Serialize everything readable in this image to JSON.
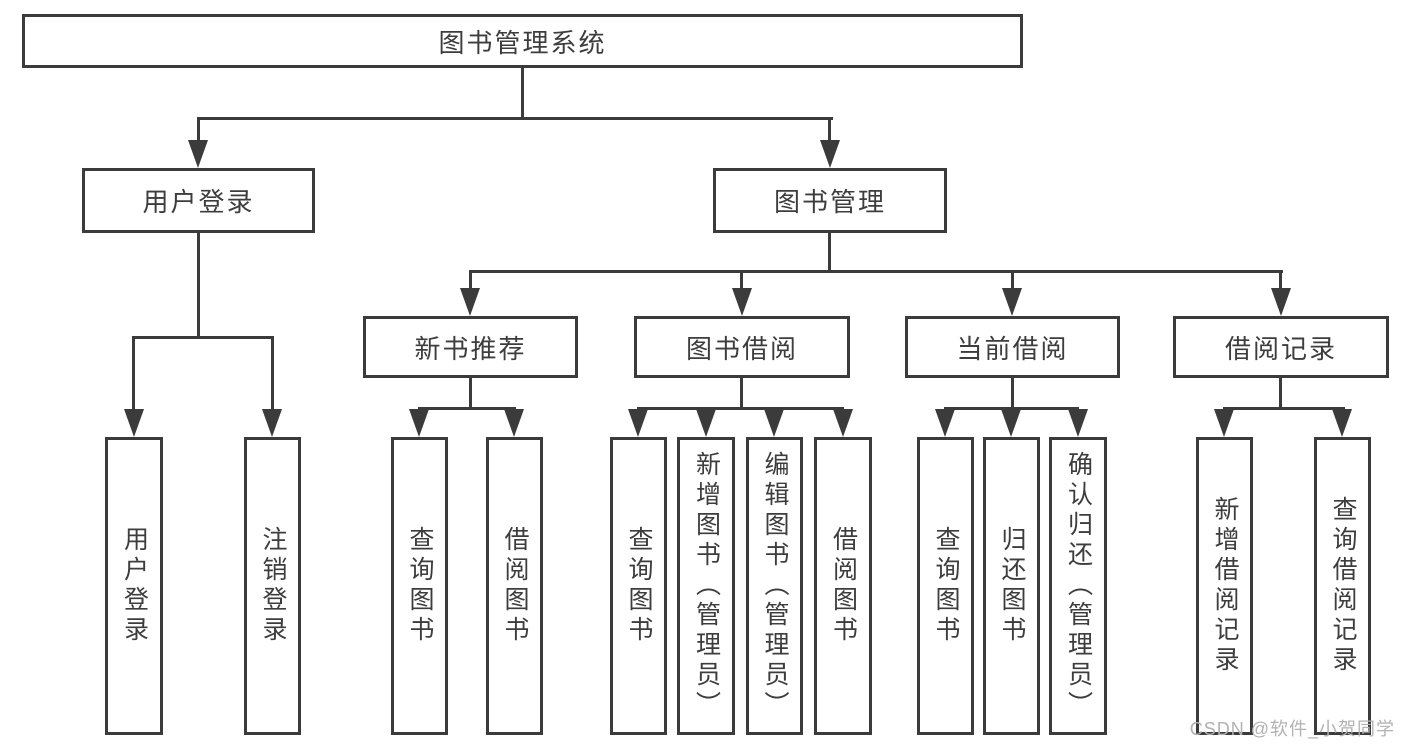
{
  "nodes": {
    "root": {
      "label": "图书管理系统",
      "children": [
        {
          "label": "用户登录",
          "children": [
            {
              "label": "用户登录"
            },
            {
              "label": "注销登录"
            }
          ]
        },
        {
          "label": "图书管理",
          "children": [
            {
              "label": "新书推荐",
              "children": [
                {
                  "label": "查询图书"
                },
                {
                  "label": "借阅图书"
                }
              ]
            },
            {
              "label": "图书借阅",
              "children": [
                {
                  "label": "查询图书"
                },
                {
                  "label": "新增图书（管理员）"
                },
                {
                  "label": "编辑图书（管理员）"
                },
                {
                  "label": "借阅图书"
                }
              ]
            },
            {
              "label": "当前借阅",
              "children": [
                {
                  "label": "查询图书"
                },
                {
                  "label": "归还图书"
                },
                {
                  "label": "确认归还（管理员）"
                }
              ]
            },
            {
              "label": "借阅记录",
              "children": [
                {
                  "label": "新增借阅记录"
                },
                {
                  "label": "查询借阅记录"
                }
              ]
            }
          ]
        }
      ]
    }
  },
  "watermark": "CSDN @软件_小贺同学",
  "colors": {
    "line": "#3b3b3b",
    "text": "#3d3d3d",
    "watermark": "#b3b2b2",
    "background": "#ffffff"
  }
}
